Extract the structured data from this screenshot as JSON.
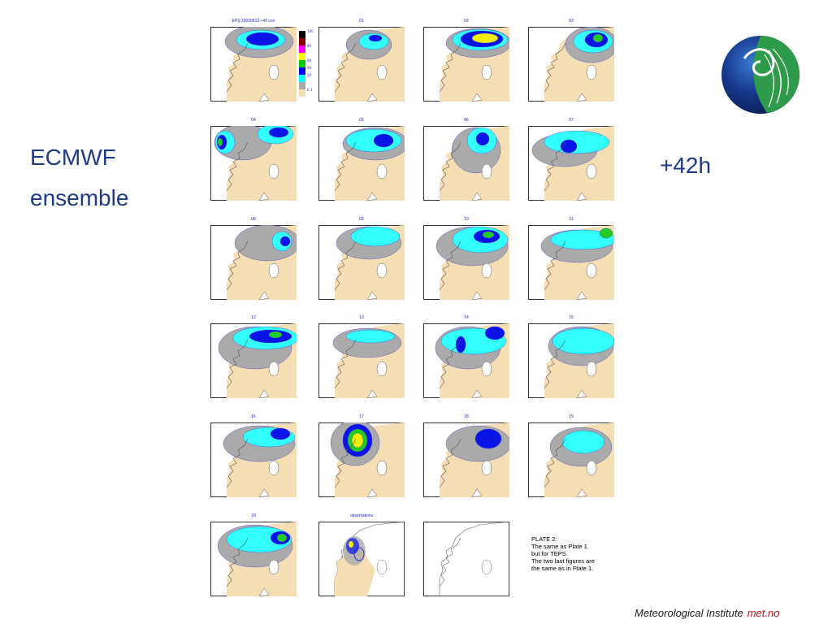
{
  "slide": {
    "title_line1": "ECMWF",
    "title_line2": "ensemble",
    "lead_time": "+42h"
  },
  "figure": {
    "legend_levels": [
      "100",
      "80",
      "60",
      "40",
      "20",
      "0.1"
    ],
    "legend_colors": [
      "#000000",
      "#8b0000",
      "#ff00ff",
      "#ffff00",
      "#00cc00",
      "#0000ff",
      "#00ffff",
      "#a9a9a9",
      "#f5deb3"
    ],
    "panels": [
      {
        "label": "EPS 20030813 +42 con"
      },
      {
        "label": "01"
      },
      {
        "label": "02"
      },
      {
        "label": "03"
      },
      {
        "label": "04"
      },
      {
        "label": "05"
      },
      {
        "label": "06"
      },
      {
        "label": "07"
      },
      {
        "label": "08"
      },
      {
        "label": "09"
      },
      {
        "label": "10"
      },
      {
        "label": "11"
      },
      {
        "label": "12"
      },
      {
        "label": "13"
      },
      {
        "label": "14"
      },
      {
        "label": "15"
      },
      {
        "label": "16"
      },
      {
        "label": "17"
      },
      {
        "label": "18"
      },
      {
        "label": "19"
      },
      {
        "label": "20"
      },
      {
        "label": "observations"
      },
      {
        "label": ""
      }
    ],
    "note_lines": [
      "PLATE 2:",
      "The same as Plate 1",
      "but for TEPS.",
      "The two last figures are",
      "the same as in Plate 1."
    ]
  },
  "footer": {
    "institute": "Meteorological Institute",
    "brand": "met.no"
  }
}
